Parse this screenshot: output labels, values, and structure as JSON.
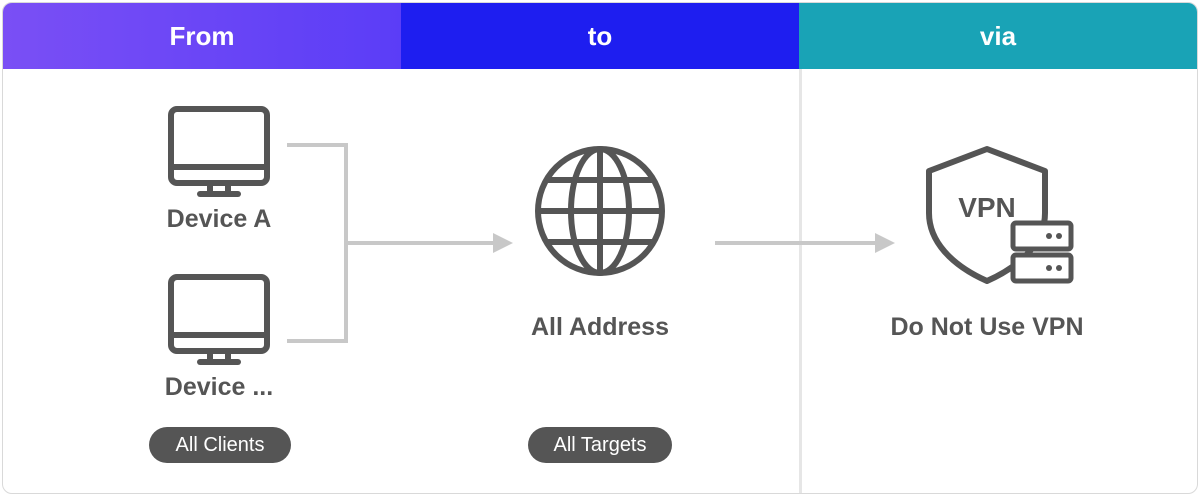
{
  "columns": {
    "from": "From",
    "to": "to",
    "via": "via"
  },
  "sources": {
    "device_a": "Device A",
    "device_b": "Device ...",
    "tag": "All Clients"
  },
  "destination": {
    "label": "All Address",
    "tag": "All Targets"
  },
  "route": {
    "label": "Do Not Use VPN",
    "shield_text": "VPN"
  },
  "colors": {
    "from_header": "#7a4ff5",
    "to_header": "#1e1ef0",
    "via_header": "#19a3b6",
    "icon": "#555555",
    "connector": "#c8c8c8"
  }
}
